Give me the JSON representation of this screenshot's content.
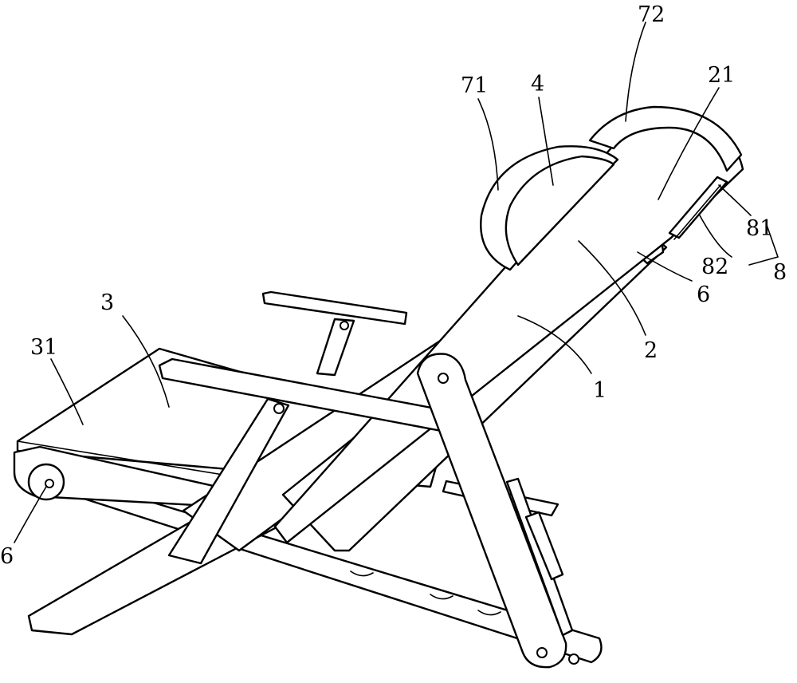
{
  "callouts": {
    "c72": "72",
    "c71": "71",
    "c4": "4",
    "c21": "21",
    "c81": "81",
    "c82": "82",
    "c8": "8",
    "c6_right": "6",
    "c2": "2",
    "c1": "1",
    "c3": "3",
    "c31": "31",
    "c6_left": "6"
  }
}
